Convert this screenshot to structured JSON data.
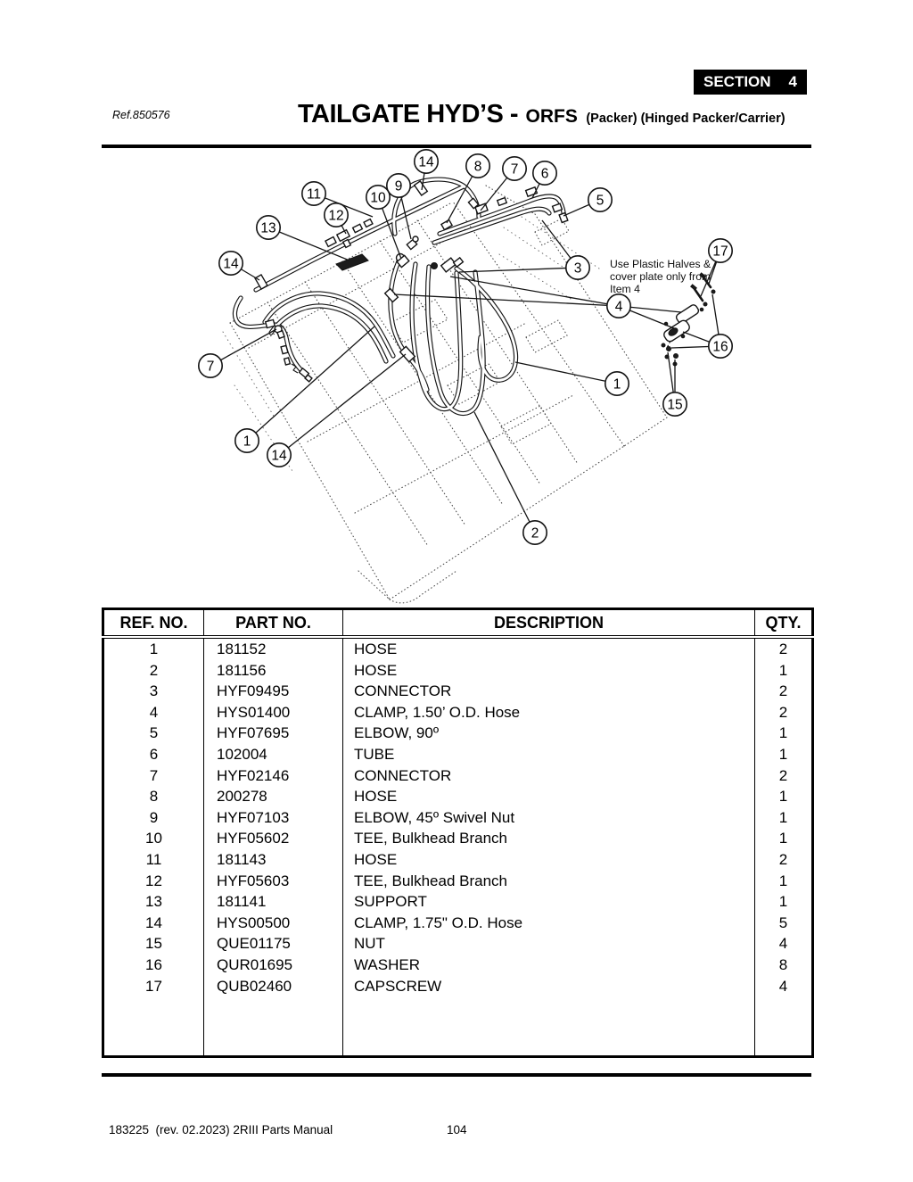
{
  "colors": {
    "ink": "#000000",
    "paper": "#ffffff"
  },
  "header": {
    "section_label": "SECTION",
    "section_number": "4",
    "ref": "Ref.850576",
    "title_main": "TAILGATE HYD’S -",
    "title_sub": "ORFS",
    "title_qualifier": "(Packer) (Hinged Packer/Carrier)"
  },
  "diagram": {
    "note_lines": [
      "Use Plastic Halves &",
      "cover plate only from",
      "Item 4"
    ],
    "callouts": [
      {
        "label": "14"
      },
      {
        "label": "8"
      },
      {
        "label": "7"
      },
      {
        "label": "6"
      },
      {
        "label": "5"
      },
      {
        "label": "11"
      },
      {
        "label": "9"
      },
      {
        "label": "10"
      },
      {
        "label": "12"
      },
      {
        "label": "13"
      },
      {
        "label": "14"
      },
      {
        "label": "17"
      },
      {
        "label": "3"
      },
      {
        "label": "4"
      },
      {
        "label": "16"
      },
      {
        "label": "7"
      },
      {
        "label": "1"
      },
      {
        "label": "15"
      },
      {
        "label": "1"
      },
      {
        "label": "14"
      },
      {
        "label": "2"
      }
    ]
  },
  "table": {
    "columns": [
      "REF. NO.",
      "PART NO.",
      "DESCRIPTION",
      "QTY."
    ],
    "rows": [
      [
        "1",
        "181152",
        "HOSE",
        "2"
      ],
      [
        "2",
        "181156",
        "HOSE",
        "1"
      ],
      [
        "3",
        "HYF09495",
        "CONNECTOR",
        "2"
      ],
      [
        "4",
        "HYS01400",
        "CLAMP, 1.50’ O.D. Hose",
        "2"
      ],
      [
        "5",
        "HYF07695",
        "ELBOW, 90º",
        "1"
      ],
      [
        "6",
        "102004",
        "TUBE",
        "1"
      ],
      [
        "7",
        "HYF02146",
        "CONNECTOR",
        "2"
      ],
      [
        "8",
        "200278",
        "HOSE",
        "1"
      ],
      [
        "9",
        "HYF07103",
        "ELBOW, 45º Swivel Nut",
        "1"
      ],
      [
        "10",
        "HYF05602",
        "TEE, Bulkhead Branch",
        "1"
      ],
      [
        "11",
        "181143",
        "HOSE",
        "2"
      ],
      [
        "12",
        "HYF05603",
        "TEE, Bulkhead Branch",
        "1"
      ],
      [
        "13",
        "181141",
        "SUPPORT",
        "1"
      ],
      [
        "14",
        "HYS00500",
        "CLAMP, 1.75\" O.D. Hose",
        "5"
      ],
      [
        "15",
        "QUE01175",
        "NUT",
        "4"
      ],
      [
        "16",
        "QUR01695",
        "WASHER",
        "8"
      ],
      [
        "17",
        "QUB02460",
        "CAPSCREW",
        "4"
      ]
    ]
  },
  "footer": {
    "left": "183225  (rev. 02.2023) 2RIII Parts Manual",
    "page": "104"
  }
}
